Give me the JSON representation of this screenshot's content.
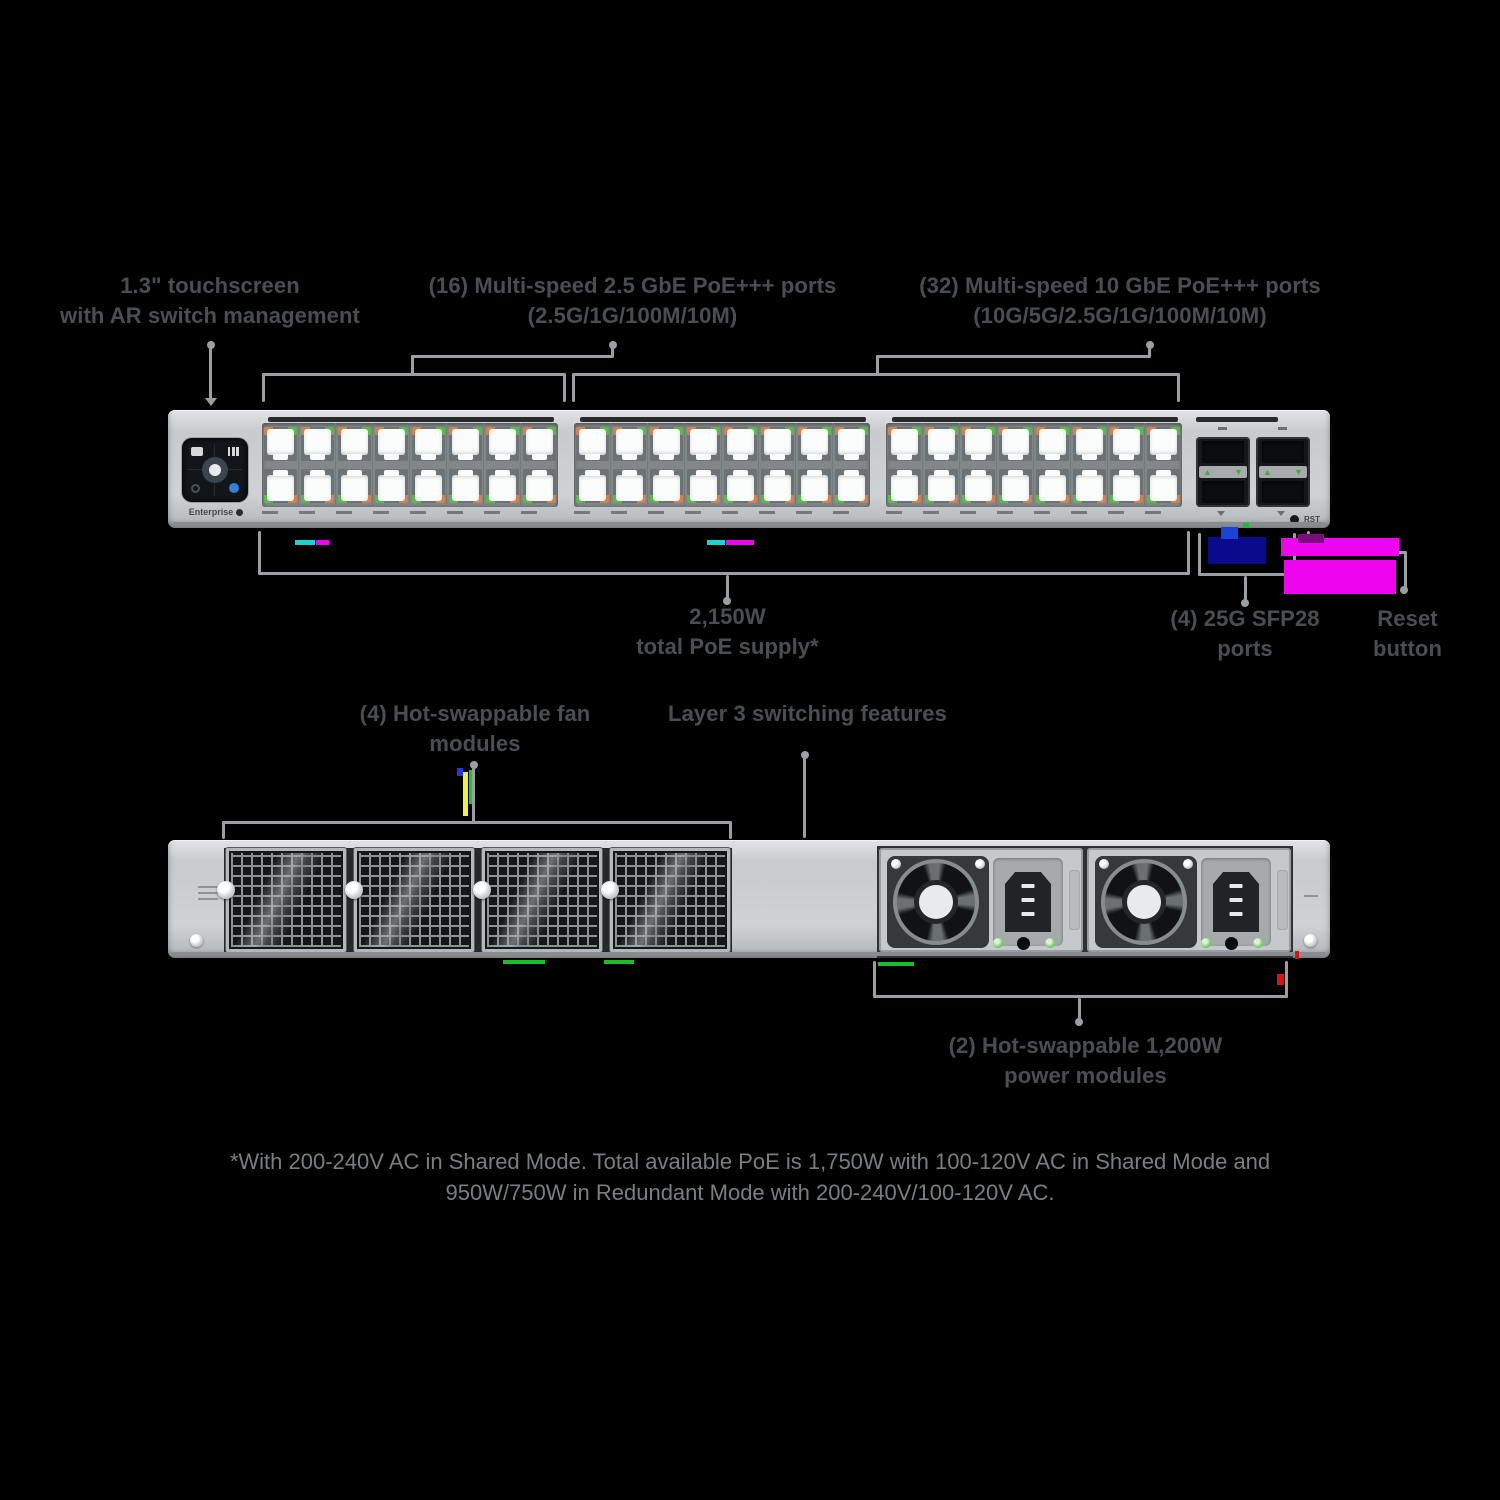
{
  "colors": {
    "background": "#000000",
    "device_gray": "#cbced0",
    "line_gray": "#9b9fa2",
    "label_text": "#4b4e51",
    "footnote_text": "#7b7e80",
    "port_led_orange": "#d2824e",
    "port_led_green": "#58b94b",
    "sfp_arrow_green": "#3fae34",
    "psu_led_green": "#6cc866",
    "screen_accent_blue": "#2f80d8"
  },
  "front": {
    "labels": {
      "touchscreen": {
        "line1": "1.3\" touchscreen",
        "line2": "with AR switch management"
      },
      "ports16": {
        "line1": "(16) Multi-speed 2.5 GbE PoE+++ ports",
        "line2": "(2.5G/1G/100M/10M)"
      },
      "ports32": {
        "line1": "(32) Multi-speed 10 GbE PoE+++ ports",
        "line2": "(10G/5G/2.5G/1G/100M/10M)"
      },
      "poe": {
        "line1": "2,150W",
        "line2": "total PoE supply*"
      },
      "sfp": {
        "line1": "(4) 25G SFP28",
        "line2": "ports"
      },
      "reset": {
        "line1": "Reset",
        "line2": "button"
      }
    },
    "device": {
      "brand": "Enterprise",
      "reset_text": "RST",
      "port_groups": [
        16,
        16,
        16
      ],
      "sfp_cage_count": 2,
      "sfp_port_count": 4
    }
  },
  "rear": {
    "labels": {
      "fans": {
        "line1": "(4) Hot-swappable fan",
        "line2": "modules"
      },
      "layer3": {
        "line1": "Layer 3 switching features"
      },
      "power": {
        "line1": "(2) Hot-swappable 1,200W",
        "line2": "power modules"
      }
    },
    "device": {
      "fan_count": 4,
      "psu_count": 2
    }
  },
  "footnote": {
    "line1": "*With 200-240V AC in Shared Mode. Total available PoE is 1,750W with 100-120V AC in Shared Mode and",
    "line2": "950W/750W in Redundant Mode with 200-240V/100-120V AC."
  },
  "sfp_arrows": {
    "up": "▲",
    "down": "▼"
  }
}
